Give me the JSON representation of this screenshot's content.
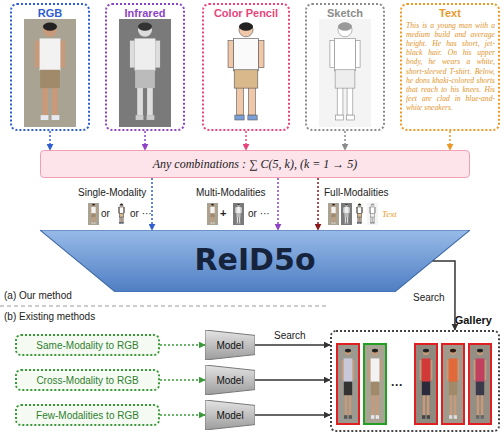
{
  "diagram": {
    "nodes": [
      {
        "text": [
          "RGB"
        ]
      },
      {
        "text": [
          "Infrared"
        ]
      },
      {
        "text": [
          "Color Pencil"
        ]
      },
      {
        "text": [
          "Sketch"
        ]
      },
      {
        "text": [
          "Text",
          "This is a young man with a medium build and average height. He has short, jet-black hair. On his upper body, he wears a white, short-sleeved T-shirt. Below, he dons khaki-colored shorts that reach to his knees. His feet are clad in blue-and-white sneakers."
        ]
      },
      {
        "text": [
          "Any combinations : ∑ C(5, k), (k = 1 → 5)"
        ]
      },
      {
        "text": [
          "ReID5o"
        ]
      },
      {
        "text": [
          "Gallery"
        ]
      },
      {
        "text": [
          "Same-Modality to RGB"
        ]
      },
      {
        "text": [
          "Model"
        ]
      },
      {
        "text": [
          "Cross-Modality to RGB"
        ]
      },
      {
        "text": [
          "Model"
        ]
      },
      {
        "text": [
          "Few-Modalities to RGB"
        ]
      },
      {
        "text": [
          "Model"
        ]
      }
    ],
    "edges": [
      {
        "from": 0,
        "to": 5,
        "arrow": "to"
      },
      {
        "from": 1,
        "to": 5,
        "arrow": "to"
      },
      {
        "from": 2,
        "to": 5,
        "arrow": "to"
      },
      {
        "from": 3,
        "to": 5,
        "arrow": "to"
      },
      {
        "from": 4,
        "to": 5,
        "arrow": "to"
      },
      {
        "from": 5,
        "to": 6,
        "label": "Single-Modality",
        "arrow": "to"
      },
      {
        "from": 5,
        "to": 6,
        "label": "Multi-Modalities",
        "arrow": "to"
      },
      {
        "from": 5,
        "to": 6,
        "label": "Full-Modalities",
        "arrow": "to"
      },
      {
        "from": 6,
        "to": 7,
        "label": "Search",
        "arrow": "to"
      },
      {
        "from": 8,
        "to": 9,
        "arrow": "to"
      },
      {
        "from": 9,
        "to": 7,
        "label": "Search",
        "arrow": "to"
      },
      {
        "from": 10,
        "to": 11,
        "arrow": "to"
      },
      {
        "from": 11,
        "to": 7,
        "arrow": "to"
      },
      {
        "from": 12,
        "to": 13,
        "arrow": "to"
      },
      {
        "from": 13,
        "to": 7,
        "arrow": "to"
      }
    ],
    "labels": [
      "or",
      "or ···",
      "+",
      "or ···",
      "Text",
      "···",
      "(a) Our method",
      "(b) Existing methods"
    ]
  }
}
